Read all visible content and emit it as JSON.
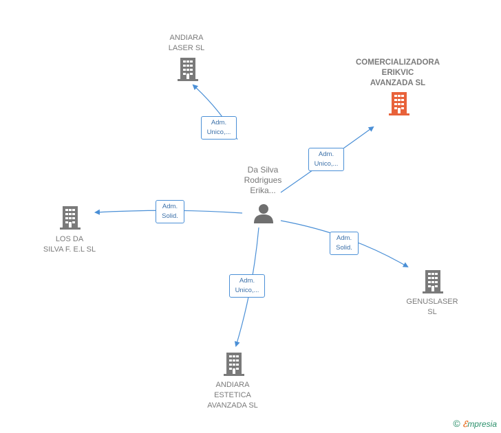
{
  "colors": {
    "edge": "#4a8fd6",
    "building": "#7a7a7a",
    "highlight": "#e8623a",
    "person": "#6f6f6f"
  },
  "person": {
    "label": "Da Silva\nRodrigues\nErika..."
  },
  "nodes": [
    {
      "id": "andiara-laser",
      "label": "ANDIARA\nLASER  SL",
      "highlight": false
    },
    {
      "id": "comercializadora",
      "label": "COMERCIALIZADORA\nERIKVIC\nAVANZADA  SL",
      "highlight": true
    },
    {
      "id": "los-da-silva",
      "label": "LOS DA\nSILVA F. E.L  SL",
      "highlight": false
    },
    {
      "id": "genuslaser",
      "label": "GENUSLASER\nSL",
      "highlight": false
    },
    {
      "id": "andiara-estetica",
      "label": "ANDIARA\nESTETICA\nAVANZADA  SL",
      "highlight": false
    }
  ],
  "edges": [
    {
      "to": "andiara-laser",
      "label": "Adm.\nUnico,..."
    },
    {
      "to": "comercializadora",
      "label": "Adm.\nUnico,..."
    },
    {
      "to": "los-da-silva",
      "label": "Adm.\nSolid."
    },
    {
      "to": "genuslaser",
      "label": "Adm.\nSolid."
    },
    {
      "to": "andiara-estetica",
      "label": "Adm.\nUnico,..."
    }
  ],
  "footer": {
    "copyright_symbol": "©",
    "brand_initial": "ℰ",
    "brand_rest": "mpresia"
  }
}
